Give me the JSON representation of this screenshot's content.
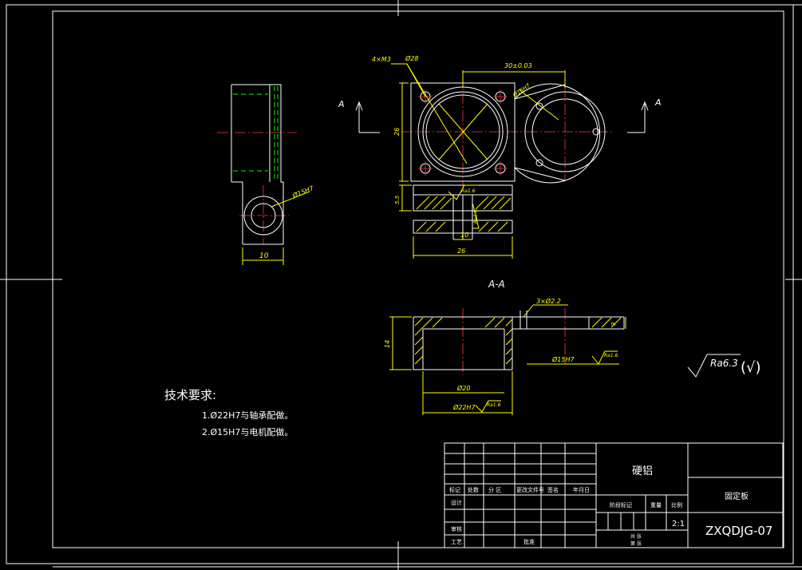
{
  "views": {
    "section_label": "A-A",
    "section_arrow_left": "A",
    "section_arrow_right": "A"
  },
  "dimensions": {
    "holes_4x": "4×M3",
    "bore_d28": "Ø28",
    "center_dist": "30±0.03",
    "hole_d15_front": "Ø15H7",
    "height_26": "26",
    "small_5_5": "5.5",
    "slot_10": "10",
    "width_26": "26",
    "side_d15": "Ø15H7",
    "side_width_10": "10",
    "holes_3x": "3×Ø2.2",
    "height_14": "14",
    "depth_3": "3",
    "bore_d15_section": "Ø15H7",
    "bore_d20": "Ø20",
    "bore_d22": "Ø22H7",
    "rough_front": "Ra1.6",
    "rough_vertical": "Ra1.6",
    "rough_section_right": "Ra1.6",
    "rough_section_bottom": "Ra1.6"
  },
  "general_roughness": {
    "value": "Ra6.3",
    "paren": "(√)"
  },
  "tech_requirements": {
    "title": "技术要求:",
    "items": [
      "1.Ø22H7与轴承配做。",
      "2.Ø15H7与电机配做。"
    ]
  },
  "title_block": {
    "material": "硬铝",
    "part_name": "固定板",
    "drawing_no": "ZXQDJG-07",
    "scale": "2:1",
    "header_labels": [
      "标记",
      "处数",
      "分 区",
      "更改文件号",
      "签名",
      "年月日"
    ],
    "row_design": "设计",
    "row_review": "审核",
    "row_process": "工艺",
    "row_approve": "批准",
    "stage_mark": "阶段标记",
    "weight": "重量",
    "ratio": "比例",
    "sheet_total": "共 张",
    "sheet_no": "第 张"
  },
  "colors": {
    "background": "#000000",
    "outline": "#ffffff",
    "centerline": "#ff3b3b",
    "dimension": "#ffff00",
    "hatch": "#ffff00",
    "hidden": "#00ff00"
  }
}
